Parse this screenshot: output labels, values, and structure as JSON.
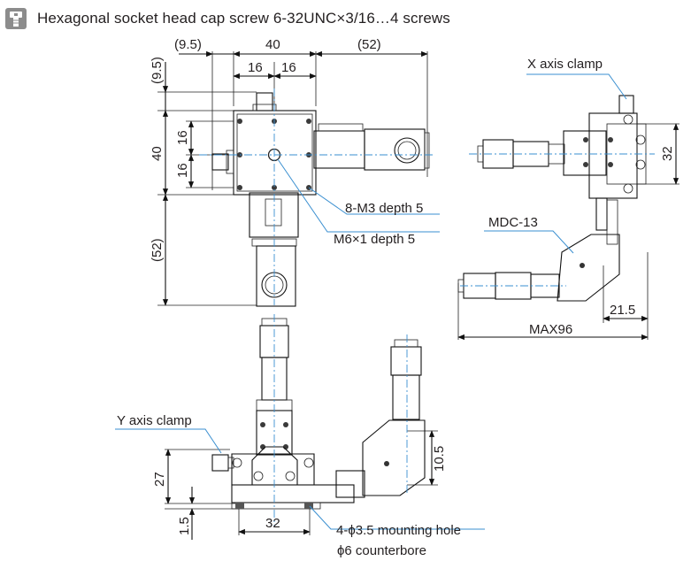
{
  "header": {
    "icon": "screw-icon",
    "title": "Hexagonal socket head cap screw 6-32UNC×3/16…4 screws"
  },
  "top_view": {
    "dims": {
      "left_off": "(9.5)",
      "width": "40",
      "right_off": "(52)",
      "half_a": "16",
      "half_b": "16",
      "top_off": "(9.5)",
      "height": "40",
      "v_half_a": "16",
      "v_half_b": "16",
      "bottom_off": "(52)"
    },
    "callouts": {
      "tapped": "8-M3 depth 5",
      "center": "M6×1 depth 5"
    }
  },
  "side_view": {
    "x_clamp": "X axis clamp",
    "height_dim": "32",
    "mdc": "MDC-13",
    "offset_dim": "21.5",
    "max_dim": "MAX96"
  },
  "front_view": {
    "y_clamp": "Y axis clamp",
    "height": "27",
    "base": "1.5",
    "pitch": "32",
    "rise": "10.5",
    "mount_hole": "4-ϕ3.5 mounting hole",
    "counterbore": "ϕ6 counterbore"
  },
  "colors": {
    "metal_light": "#e8e8e8",
    "metal_mid": "#c4c4c4",
    "metal_dark": "#6e6e6e",
    "centerline": "#3a8fd0",
    "badge": "#8c8c8c"
  }
}
